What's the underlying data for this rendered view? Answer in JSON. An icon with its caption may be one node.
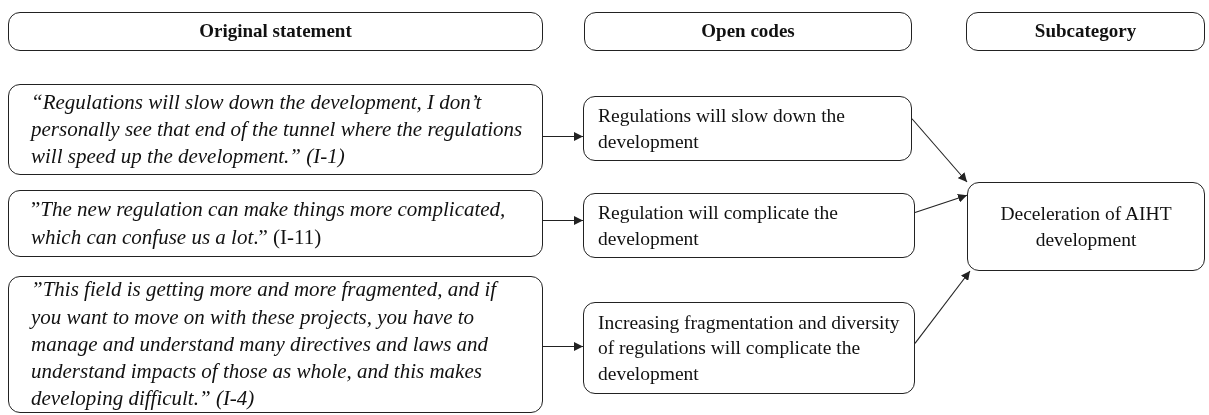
{
  "diagram": {
    "nodes": [
      {
        "text": [
          "Original statement"
        ]
      },
      {
        "text": [
          "Open codes"
        ]
      },
      {
        "text": [
          "Subcategory"
        ]
      },
      {
        "text": [
          "“Regulations will slow down the development, I don’t personally see that end of the tunnel where the regulations will speed up the development.” (I-1)"
        ]
      },
      {
        "text": [
          "”*The new regulation can make things more complicated, which can confuse us a lot*.”  (I-11)"
        ]
      },
      {
        "text": [
          "”This field is getting more and more fragmented, and if you want to move on with these projects, you have to manage and understand many directives and laws and understand impacts of those as whole, and this makes developing difficult.”  (I-4)"
        ]
      },
      {
        "text": [
          "Regulations will slow down the development"
        ]
      },
      {
        "text": [
          "Regulation will complicate the development"
        ]
      },
      {
        "text": [
          "Increasing fragmentation and diversity of regulations will complicate the development"
        ]
      },
      {
        "text": [
          "Deceleration of AIHT development"
        ]
      }
    ],
    "edges": [
      {
        "from": 3,
        "to": 6,
        "arrow": "to"
      },
      {
        "from": 4,
        "to": 7,
        "arrow": "to"
      },
      {
        "from": 5,
        "to": 8,
        "arrow": "to"
      },
      {
        "from": 6,
        "to": 9,
        "arrow": "to"
      },
      {
        "from": 7,
        "to": 9,
        "arrow": "to"
      },
      {
        "from": 8,
        "to": 9,
        "arrow": "to"
      }
    ]
  }
}
